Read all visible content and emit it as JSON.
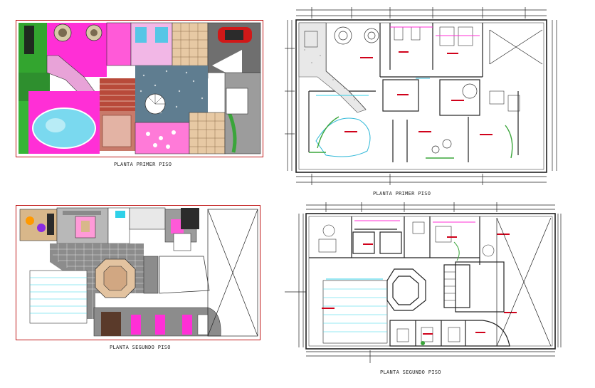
{
  "sheet": {
    "background": "#ffffff",
    "line_color": "#1a1a1a",
    "accent_magenta": "#ff2fd6",
    "accent_green": "#4caf3a",
    "accent_cyan": "#2fd1e8",
    "accent_red": "#d0021b"
  },
  "panels": [
    {
      "id": "first-floor-colored",
      "caption": "PLANTA PRIMER PISO"
    },
    {
      "id": "first-floor-dimensioned",
      "caption": "PLANTA PRIMER PISO"
    },
    {
      "id": "second-floor-colored",
      "caption": "PLANTA SEGUNDO PISO"
    },
    {
      "id": "second-floor-dimensioned",
      "caption": "PLANTA SEGUNDO PISO"
    }
  ]
}
